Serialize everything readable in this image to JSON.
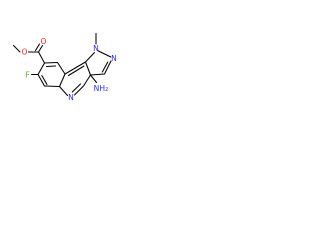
{
  "molecule": {
    "atoms": [
      {
        "id": "n_pyrazole_1",
        "label": "N",
        "sub": "",
        "element": "N"
      },
      {
        "id": "n_pyrazole_2",
        "label": "N",
        "sub": "",
        "element": "N"
      },
      {
        "id": "n_methyl",
        "label": "",
        "sub": "",
        "element": "C"
      },
      {
        "id": "n_ring",
        "label": "N",
        "sub": "",
        "element": "N"
      },
      {
        "id": "nh2_n",
        "label": "NH",
        "sub": "2",
        "element": "N"
      },
      {
        "id": "o_carbonyl",
        "label": "O",
        "sub": "",
        "element": "O"
      },
      {
        "id": "o_ester",
        "label": "O",
        "sub": "",
        "element": "O"
      },
      {
        "id": "fluorine",
        "label": "F",
        "sub": "",
        "element": "F"
      }
    ],
    "colors": {
      "N": "#2b2bf0",
      "O": "#ff1a1a",
      "F": "#55bb22",
      "C": "#000000"
    }
  }
}
